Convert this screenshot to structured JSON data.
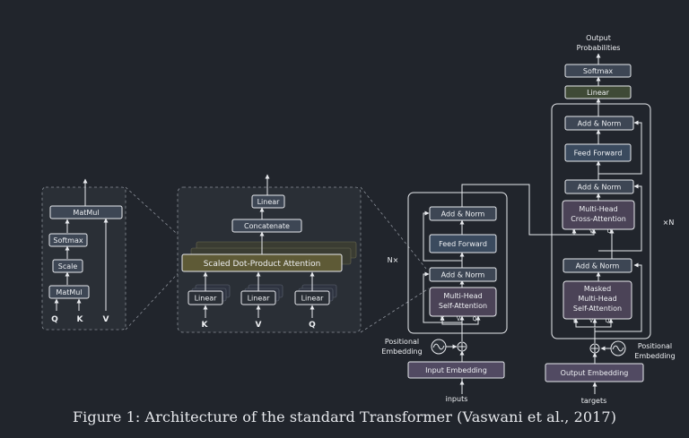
{
  "attention": {
    "matmul_top": "MatMul",
    "softmax": "Softmax",
    "scale": "Scale",
    "matmul_bottom": "MatMul",
    "q": "Q",
    "k": "K",
    "v": "V"
  },
  "multihead": {
    "linear_out": "Linear",
    "concatenate": "Concatenate",
    "sdpa": "Scaled Dot-Product Attention",
    "linear_k": "Linear",
    "linear_v": "Linear",
    "linear_q": "Linear",
    "k": "K",
    "v": "V",
    "q": "Q"
  },
  "encoder": {
    "repeat": "N×",
    "add_norm_top": "Add & Norm",
    "feed_forward": "Feed Forward",
    "add_norm_bottom": "Add & Norm",
    "mha_line1": "Multi-Head",
    "mha_line2": "Self-Attention",
    "kvq": [
      "K",
      "V",
      "Q"
    ],
    "pos_line1": "Positional",
    "pos_line2": "Embedding",
    "input_embedding": "Input Embedding",
    "inputs": "inputs"
  },
  "decoder": {
    "repeat": "×N",
    "output_line1": "Output",
    "output_line2": "Probabilities",
    "softmax": "Softmax",
    "linear": "Linear",
    "add_norm_3": "Add & Norm",
    "feed_forward": "Feed Forward",
    "add_norm_2": "Add & Norm",
    "cross_line1": "Multi-Head",
    "cross_line2": "Cross-Attention",
    "cross_kvq": [
      "K",
      "V",
      "Q"
    ],
    "add_norm_1": "Add & Norm",
    "masked_line1": "Masked",
    "masked_line2": "Multi-Head",
    "masked_line3": "Self-Attention",
    "masked_kvq": [
      "K",
      "V",
      "Q"
    ],
    "pos_line1": "Positional",
    "pos_line2": "Embedding",
    "output_embedding": "Output Embedding",
    "targets": "targets"
  },
  "caption": "Figure 1: Architecture of the standard Transformer (Vaswani et al., 2017)",
  "colors": {
    "background": "#21252c",
    "box_fill": "#3d4654",
    "box_stroke": "#e8eaee",
    "sdpa_fill": "#5e5a36",
    "embedding_fill": "#514a62",
    "attention_fill": "#4b4357",
    "linear_top_fill": "#3f4a36",
    "ff_fill": "#3a4a5e",
    "text": "#eef0f3"
  }
}
